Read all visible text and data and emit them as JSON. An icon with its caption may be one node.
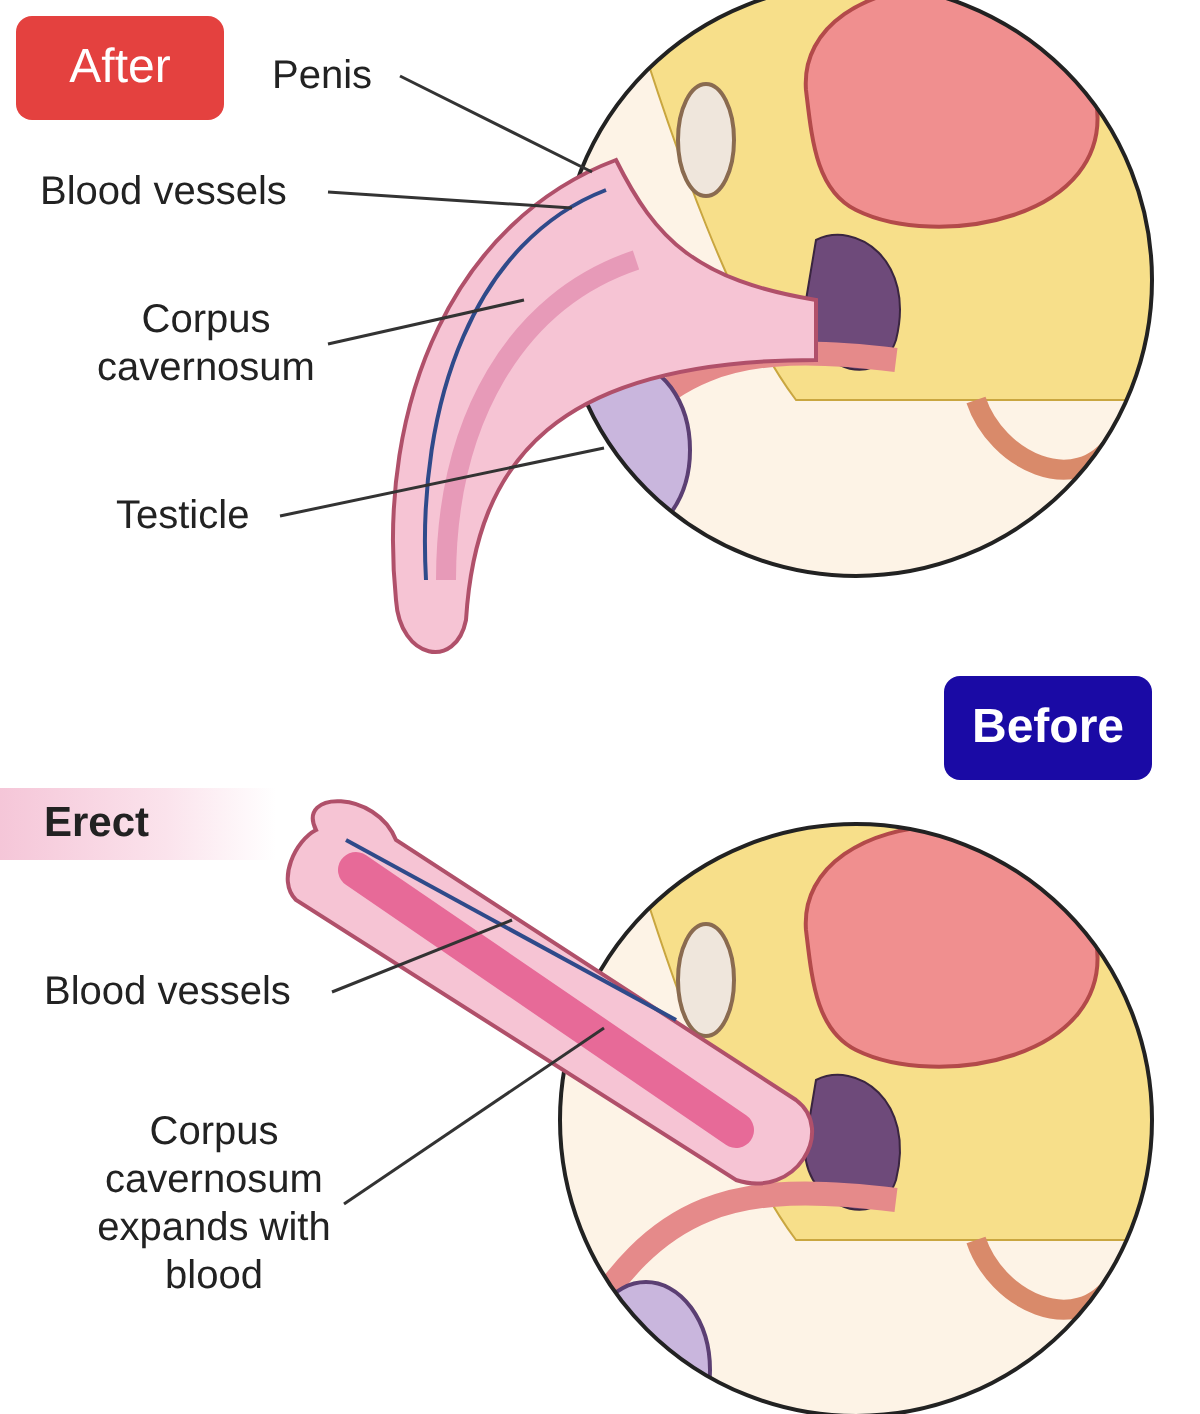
{
  "diagram": {
    "nodes": [
      {
        "text": [
          "After"
        ]
      },
      {
        "text": [
          "Penis"
        ]
      },
      {
        "text": [
          "Blood vessels"
        ]
      },
      {
        "text": [
          "Corpus cavernosum"
        ]
      },
      {
        "text": [
          "Testicle"
        ]
      },
      {
        "text": [
          "Before"
        ]
      },
      {
        "text": [
          "Erect"
        ]
      },
      {
        "text": [
          "Blood vessels"
        ]
      },
      {
        "text": [
          "Corpus cavernosum expands with blood"
        ]
      }
    ],
    "edges": [
      {
        "from": 1,
        "to": null,
        "arrow": "none"
      },
      {
        "from": 2,
        "to": null,
        "arrow": "none"
      },
      {
        "from": 3,
        "to": null,
        "arrow": "none"
      },
      {
        "from": 4,
        "to": null,
        "arrow": "none"
      },
      {
        "from": 7,
        "to": null,
        "arrow": "none"
      },
      {
        "from": 8,
        "to": null,
        "arrow": "none"
      }
    ]
  }
}
